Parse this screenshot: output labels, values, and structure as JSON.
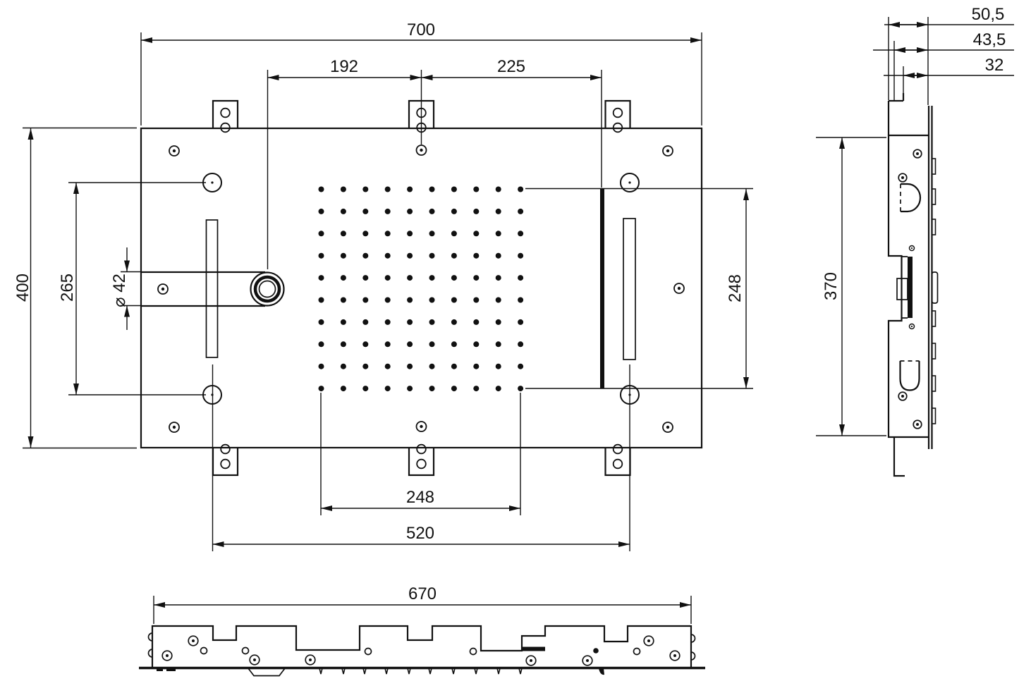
{
  "drawing": {
    "type": "technical-dimension-drawing",
    "views": {
      "top": {
        "dimensions": {
          "overall_width": "700",
          "inlet_to_center": "192",
          "center_to_bar": "225",
          "overall_height": "400",
          "circle_spacing_vertical": "265",
          "inlet_diameter": "⌀ 42",
          "spray_field_height": "248",
          "spray_field_width": "248",
          "circle_spacing_horizontal": "520"
        },
        "spray_grid": {
          "rows": 10,
          "cols": 10
        }
      },
      "side": {
        "dimensions": {
          "total_depth": "50,5",
          "hook_depth": "43,5",
          "recess_depth": "32",
          "bracket_height": "370"
        }
      },
      "bottom": {
        "dimensions": {
          "body_width": "670"
        }
      }
    },
    "colors": {
      "line": "#111111",
      "background": "#ffffff"
    }
  }
}
